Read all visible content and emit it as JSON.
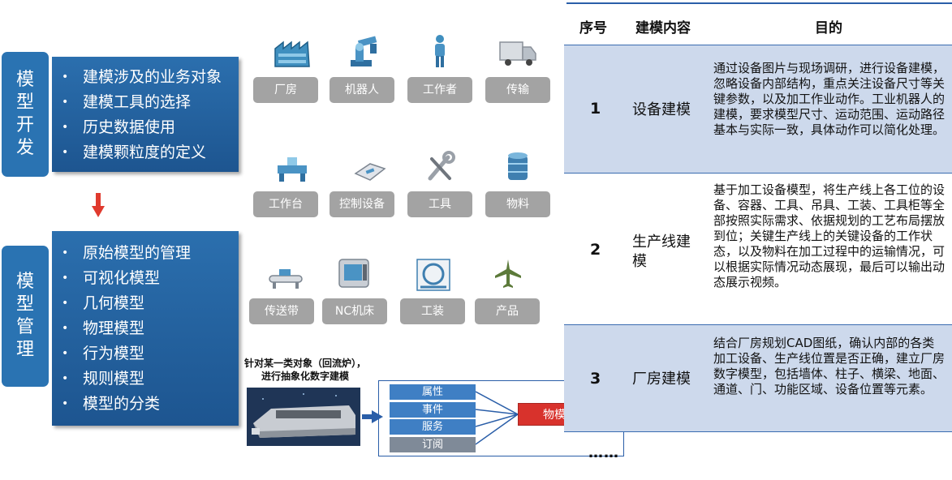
{
  "left": {
    "dev_tag": "模型开发",
    "dev_items": [
      "建模涉及的业务对象",
      "建模工具的选择",
      "历史数据使用",
      "建模颗粒度的定义"
    ],
    "mgmt_tag": "模型管理",
    "mgmt_items": [
      "原始模型的管理",
      "可视化模型",
      "几何模型",
      "物理模型",
      "行为模型",
      "规则模型",
      "模型的分类"
    ]
  },
  "categories": [
    {
      "label": "厂房",
      "icon": "factory-icon"
    },
    {
      "label": "机器人",
      "icon": "robot-icon"
    },
    {
      "label": "工作者",
      "icon": "worker-icon"
    },
    {
      "label": "传输",
      "icon": "truck-icon"
    },
    {
      "label": "工作台",
      "icon": "workbench-icon"
    },
    {
      "label": "控制设备",
      "icon": "controller-icon"
    },
    {
      "label": "工具",
      "icon": "tools-icon"
    },
    {
      "label": "物料",
      "icon": "material-icon"
    },
    {
      "label": "传送带",
      "icon": "conveyor-icon"
    },
    {
      "label": "NC机床",
      "icon": "nc-machine-icon"
    },
    {
      "label": "工装",
      "icon": "fixture-icon"
    },
    {
      "label": "产品",
      "icon": "airplane-icon"
    }
  ],
  "abstract": {
    "caption_line1": "针对某一类对象（回流炉），",
    "caption_line2": "进行抽象化数字建模",
    "attributes": [
      "属性",
      "事件",
      "服务",
      "订阅"
    ],
    "model_label": "物模型"
  },
  "table": {
    "headers": [
      "序号",
      "建模内容",
      "目的"
    ],
    "rows": [
      {
        "num": "1",
        "name": "设备建模",
        "desc": "通过设备图片与现场调研，进行设备建模，忽略设备内部结构，重点关注设备尺寸等关键参数，以及加工作业动作。工业机器人的建模，要求模型尺寸、运动范围、运动路径基本与实际一致，具体动作可以简化处理。"
      },
      {
        "num": "2",
        "name": "生产线建模",
        "desc": "基于加工设备模型，将生产线上各工位的设备、容器、工具、吊具、工装、工具柜等全部按照实际需求、依据规划的工艺布局摆放到位；关键生产线上的关键设备的工作状态，以及物料在加工过程中的运输情况，可以根据实际情况动态展现，最后可以输出动态展示视频。"
      },
      {
        "num": "3",
        "name": "厂房建模",
        "desc": "结合厂房规划CAD图纸，确认内部的各类加工设备、生产线位置是否正确，建立厂房数字模型，包括墙体、柱子、横梁、地面、通道、门、功能区域、设备位置等元素。"
      }
    ],
    "more": "……"
  },
  "colors": {
    "tag_blue": "#2a73b2",
    "panel_blue": "#1d5590",
    "button_gray": "#a3a3a3",
    "row_band": "#cdd9ec",
    "model_red": "#d8322c"
  }
}
